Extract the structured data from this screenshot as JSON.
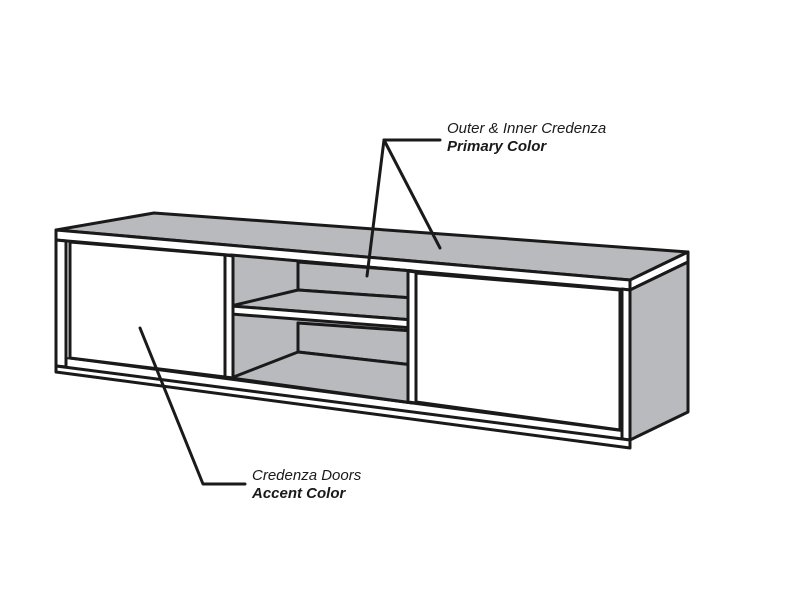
{
  "annotations": {
    "outer_inner": {
      "line1": "Outer & Inner Credenza",
      "line2": "Primary Color"
    },
    "doors": {
      "line1": "Credenza Doors",
      "line2": "Accent Color"
    }
  },
  "colors": {
    "primary": "#b9babd",
    "accent": "#ffffff",
    "outline": "#1a1a1a"
  }
}
